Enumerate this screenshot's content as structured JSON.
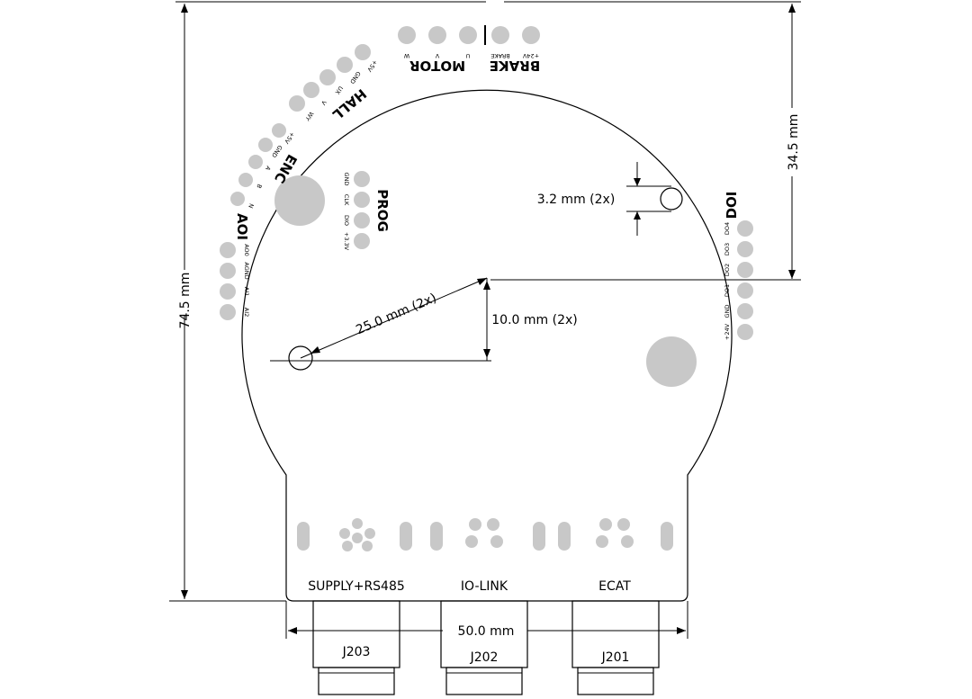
{
  "dimensions": {
    "height": "74.5 mm",
    "top_to_center": "34.5 mm",
    "hole": "3.2 mm (2x)",
    "radius": "25.0 mm (2x)",
    "offset": "10.0 mm (2x)",
    "width": "50.0 mm"
  },
  "groups": {
    "motor": "MOTOR",
    "brake": "BRAKE",
    "hall": "HALL",
    "enc": "ENC",
    "prog": "PROG",
    "aoi": "AOI",
    "doi": "DOI"
  },
  "pins": {
    "motor": [
      "W",
      "V",
      "U"
    ],
    "brake": [
      "BRAKE",
      "+24V"
    ],
    "hall": [
      "+5V",
      "GND",
      "UX",
      "V",
      "WY"
    ],
    "enc": [
      "+5V",
      "GND",
      "A",
      "B",
      "N"
    ],
    "prog": [
      "GND",
      "CLK",
      "DIO",
      "+3.3V"
    ],
    "aoi": [
      "AO0",
      "AGND",
      "AI1",
      "AI2"
    ],
    "doi": [
      "DO4",
      "DO3",
      "DO2",
      "DO1",
      "GND",
      "+24V"
    ]
  },
  "connectors": {
    "supply": "SUPPLY+RS485",
    "iolink": "IO-LINK",
    "ecat": "ECAT",
    "j203": "J203",
    "j202": "J202",
    "j201": "J201"
  }
}
